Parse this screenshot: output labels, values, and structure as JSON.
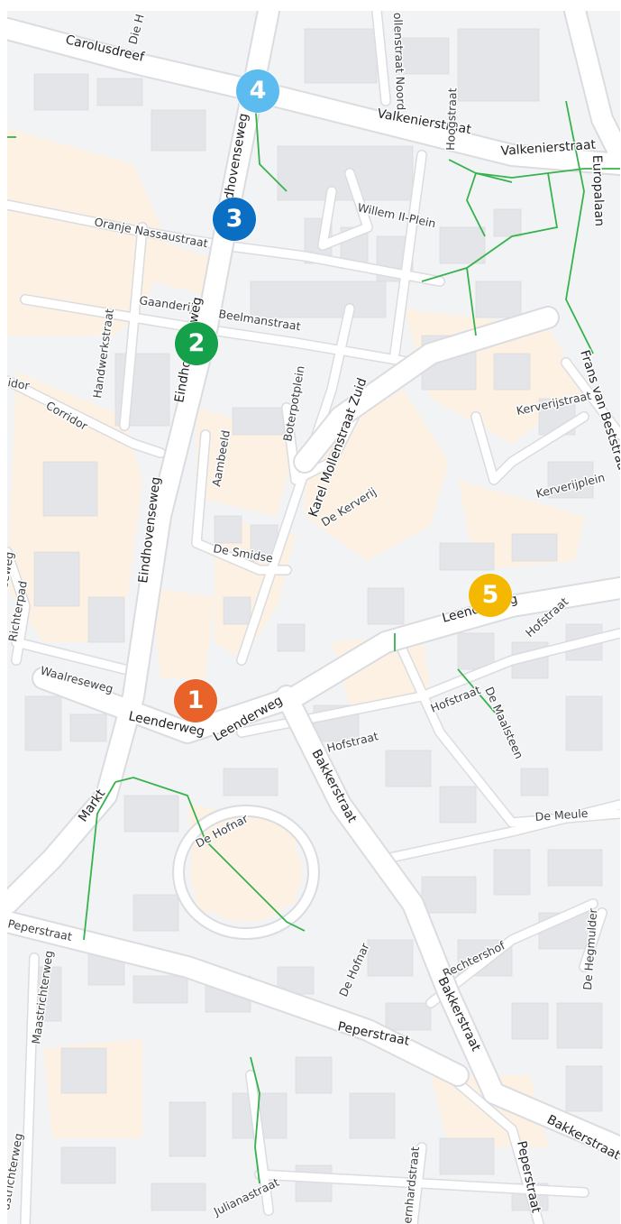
{
  "colors": {
    "background": "#f1f3f4",
    "road": "#ffffff",
    "road_edge": "#dadce0",
    "building": "#e3e5e8",
    "built_area": "#fdf1e4",
    "path": "#37b24d",
    "label": "#3c4043"
  },
  "markers": [
    {
      "number": "1",
      "color": "#e8622a"
    },
    {
      "number": "2",
      "color": "#15a04a"
    },
    {
      "number": "3",
      "color": "#0a6fc2"
    },
    {
      "number": "4",
      "color": "#5cbcf0"
    },
    {
      "number": "5",
      "color": "#f5b800"
    }
  ],
  "streets": [
    "Carolusdreef",
    "Die H",
    "ollenstraat Noord",
    "Valkenierstraat",
    "Valkenierstraat",
    "Europalaan",
    "dhovenseweg",
    "Hoogstraat",
    "Willem II-Plein",
    "Oranje Nassaustraat",
    "Gaanderij",
    "Beelmanstraat",
    "Eindhovenseweg",
    "Handwerkstraat",
    "Corridor",
    "idor",
    "Boterpotplein",
    "Karel Mollenstraat Zuid",
    "Aambeeld",
    "Frans van Beststraat",
    "Kerverijstraat",
    "Kerverijplein",
    "De Kerverij",
    "De Smidse",
    "Eindhovenseweg",
    "seweg",
    "Richterpad",
    "Leenderweg",
    "Hofstraat",
    "Waalreseweg",
    "Leenderweg",
    "Leenderweg",
    "Hofstraat",
    "De Maalsteen",
    "Hofstraat",
    "Markt",
    "Bakkerstraat",
    "De Meule",
    "De Hofnar",
    "Peperstraat",
    "Maastrichterweg",
    "Rechtershof",
    "De Hegmulder",
    "De Hofnar",
    "Bakkerstraat",
    "Peperstraat",
    "astrichterweg",
    "Bakkerstraat",
    "Peperstraat",
    "Julianastraat",
    "ernhardstraat"
  ]
}
